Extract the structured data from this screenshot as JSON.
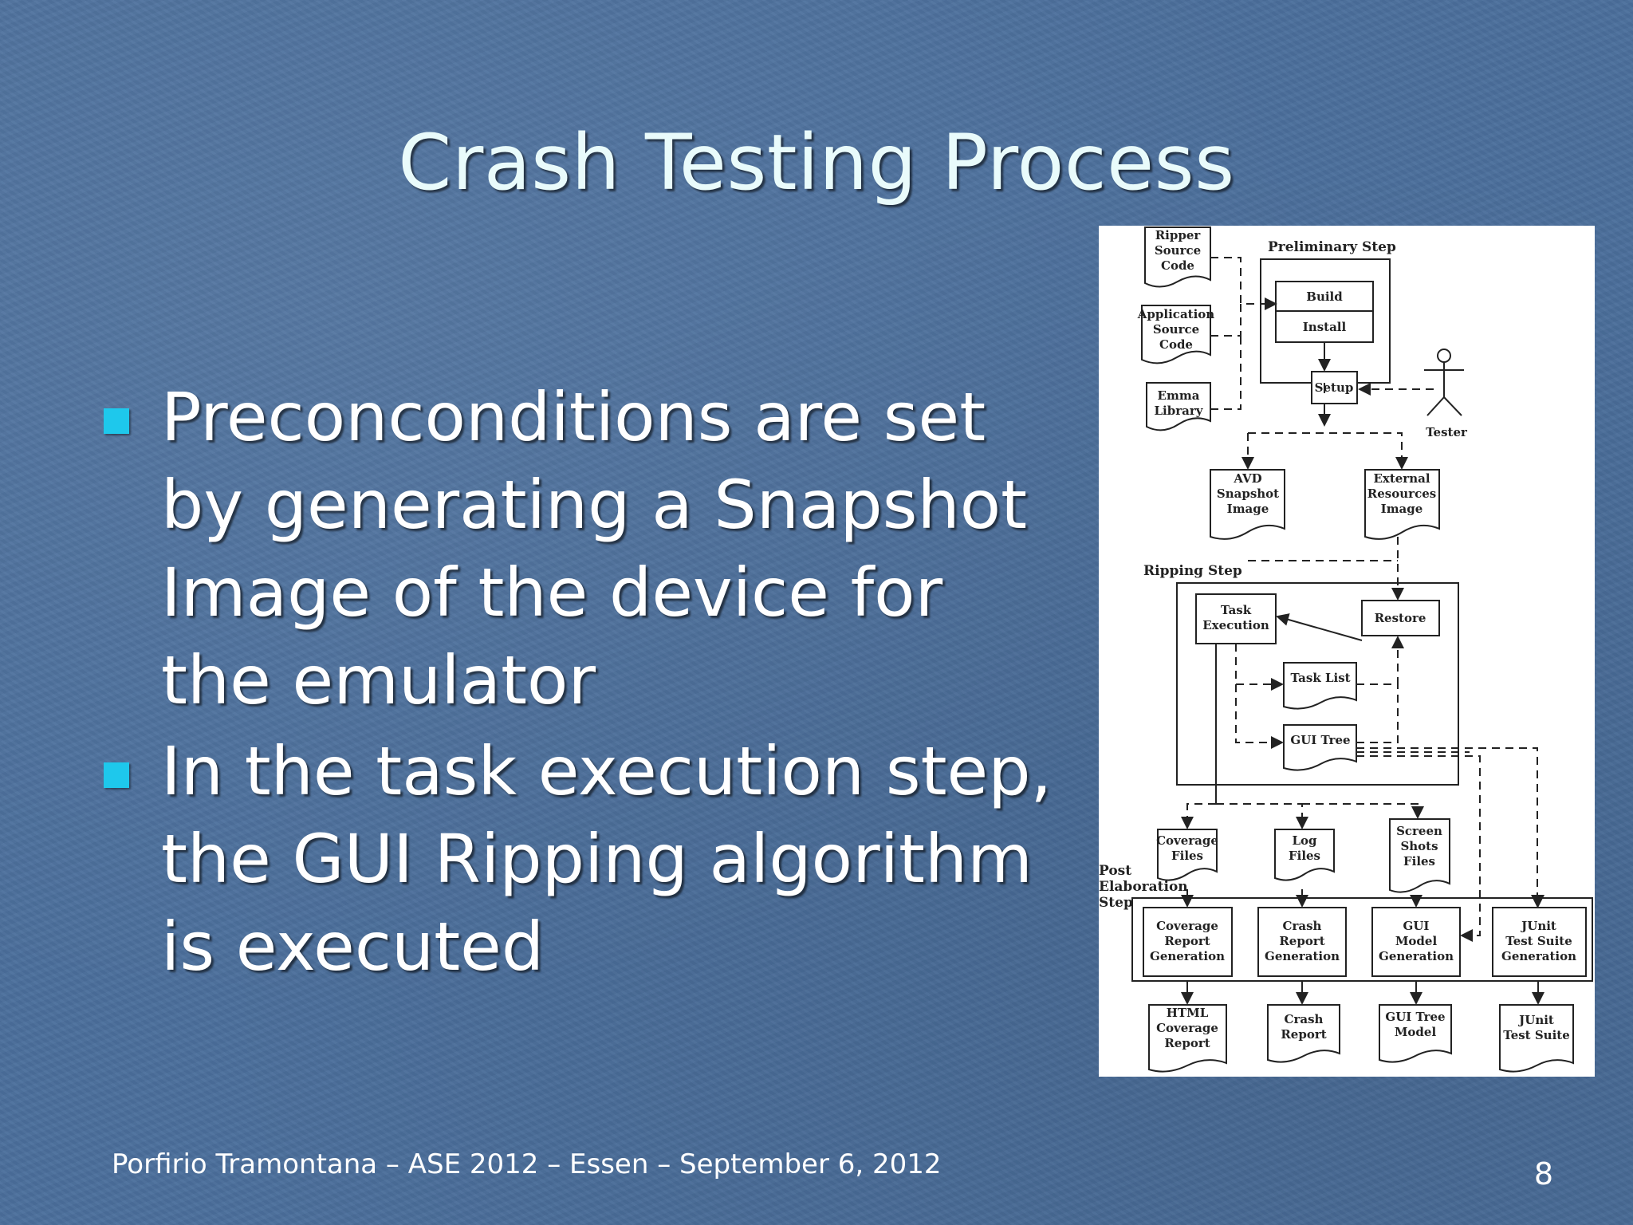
{
  "slide": {
    "title": "Crash Testing Process",
    "bullets": [
      "Preconconditions are set by generating a Snapshot Image of the device for the emulator",
      "In the task execution step, the GUI Ripping algorithm is executed"
    ],
    "footer": "Porfirio Tramontana – ASE 2012 – Essen – September 6, 2012",
    "page_number": "8"
  },
  "diagram": {
    "preliminary_step": "Preliminary Step",
    "ripper_source_code": [
      "Ripper",
      "Source",
      "Code"
    ],
    "application_source_code": [
      "Application",
      "Source",
      "Code"
    ],
    "emma_library": [
      "Emma",
      "Library"
    ],
    "build": "Build",
    "install": "Install",
    "setup": "Setup",
    "tester": "Tester",
    "avd_snapshot_image": [
      "AVD",
      "Snapshot",
      "Image"
    ],
    "external_resources_image": [
      "External",
      "Resources",
      "Image"
    ],
    "ripping_step": "Ripping Step",
    "task_execution": [
      "Task",
      "Execution"
    ],
    "restore": "Restore",
    "task_list": "Task List",
    "gui_tree": "GUI Tree",
    "coverage_files": [
      "Coverage",
      "Files"
    ],
    "log_files": [
      "Log",
      "Files"
    ],
    "screen_shots_files": [
      "Screen",
      "Shots",
      "Files"
    ],
    "post_elaboration_step": [
      "Post",
      "Elaboration",
      "Step"
    ],
    "coverage_report_generation": [
      "Coverage",
      "Report",
      "Generation"
    ],
    "crash_report_generation": [
      "Crash",
      "Report",
      "Generation"
    ],
    "gui_model_generation": [
      "GUI",
      "Model",
      "Generation"
    ],
    "junit_test_suite_generation": [
      "JUnit",
      "Test Suite",
      "Generation"
    ],
    "html_coverage_report": [
      "HTML",
      "Coverage",
      "Report"
    ],
    "crash_report": [
      "Crash",
      "Report"
    ],
    "gui_tree_model": [
      "GUI Tree",
      "Model"
    ],
    "junit_test_suite": [
      "JUnit",
      "Test Suite"
    ]
  },
  "colors": {
    "background": "#4b6f9c",
    "title": "#e9fbfb",
    "bullet_marker": "#1ec8ec"
  }
}
